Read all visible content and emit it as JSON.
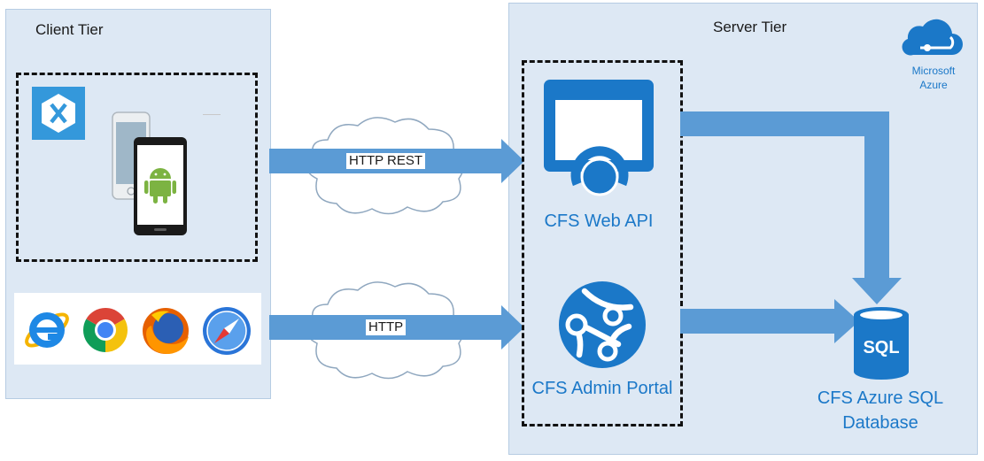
{
  "client_tier": {
    "label": "Client Tier"
  },
  "server_tier": {
    "label": "Server Tier"
  },
  "azure": {
    "line1": "Microsoft",
    "line2": "Azure"
  },
  "flows": {
    "mobile": "HTTP REST",
    "browser": "HTTP"
  },
  "nodes": {
    "web_api": "CFS Web API",
    "admin_portal": "CFS Admin Portal",
    "db_line1": "CFS Azure SQL",
    "db_line2": "Database",
    "db_icon_text": "SQL"
  },
  "colors": {
    "tier_fill": "#dde8f4",
    "arrow": "#5b9bd5",
    "azure_blue": "#1b78c8"
  }
}
